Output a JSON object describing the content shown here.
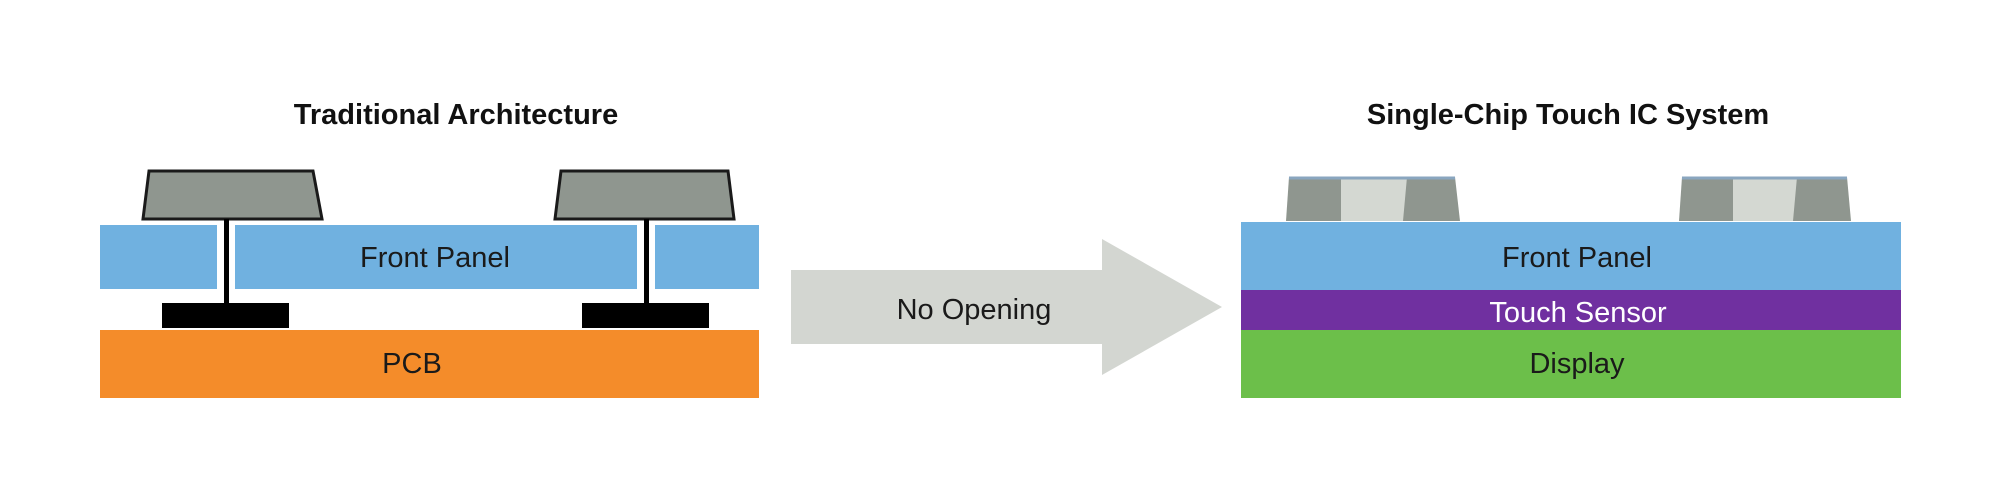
{
  "left_diagram": {
    "title": "Traditional Architecture",
    "front_panel_label": "Front Panel",
    "pcb_label": "PCB"
  },
  "arrow": {
    "label": "No Opening"
  },
  "right_diagram": {
    "title": "Single-Chip Touch IC System",
    "front_panel_label": "Front Panel",
    "touch_sensor_label": "Touch Sensor",
    "display_label": "Display"
  },
  "colors": {
    "front_panel": "#70b1e0",
    "pcb": "#f48c2a",
    "touch_sensor": "#7030a0",
    "display": "#6cbf4a",
    "button_cap": "#8f968f",
    "button_light": "#d4d8d2",
    "button_edge_blue": "#8aa6bf",
    "contact_pad": "#000000",
    "arrow": "#d3d6d1"
  },
  "icons": [
    "button-cap-icon",
    "arrow-icon"
  ]
}
